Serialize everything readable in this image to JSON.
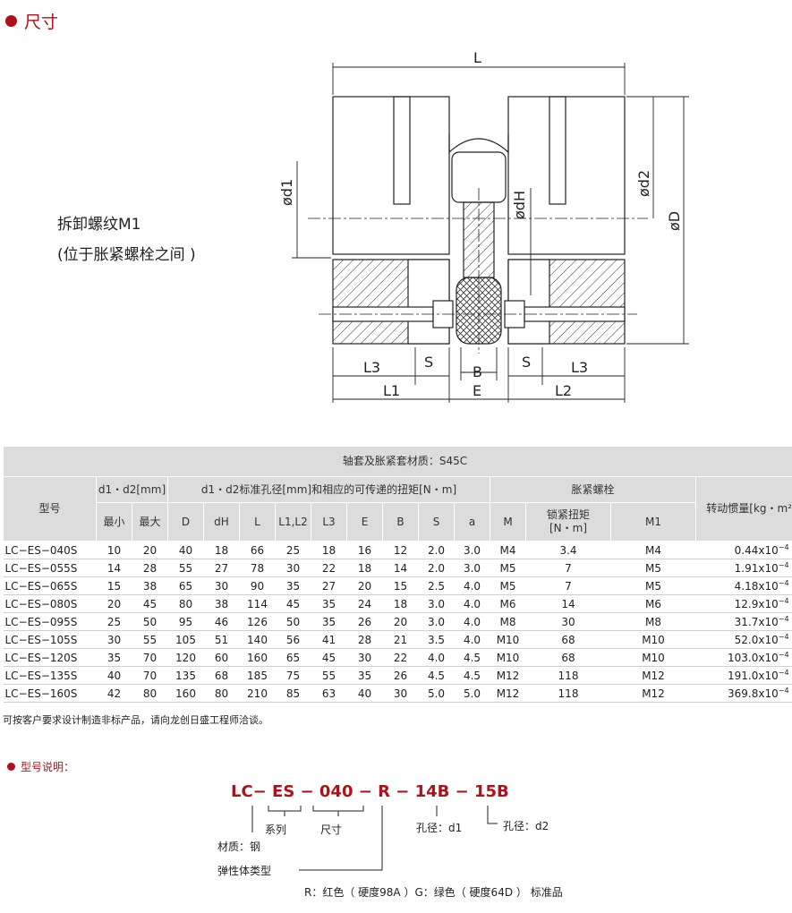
{
  "sections": {
    "dimensions_title": "尺寸",
    "model_title": "型号说明："
  },
  "drawing": {
    "labels": {
      "L": "L",
      "d1": "ød1",
      "dH": "ødH",
      "d2": "ød2",
      "D": "øD",
      "L3_left": "L3",
      "S_left": "S",
      "B": "B",
      "S_right": "S",
      "L3_right": "L3",
      "L1": "L1",
      "E": "E",
      "L2": "L2"
    },
    "annotation_line1": "拆卸螺纹M1",
    "annotation_line2": "(位于胀紧螺栓之间 )"
  },
  "table": {
    "material": "轴套及胀紧套材质：S45C",
    "group_headers": {
      "model": "型号",
      "d1d2": "d1・d2[mm]",
      "bore": "d1・d2标准孔径[mm]和相应的可传递的扭矩[N・m]",
      "bolt": "胀紧螺栓",
      "inertia": "转动惯量[kg・m²]"
    },
    "sub_headers": {
      "min": "最小",
      "max": "最大",
      "D": "D",
      "dH": "dH",
      "L": "L",
      "L1L2": "L1,L2",
      "L3": "L3",
      "E": "E",
      "B": "B",
      "S": "S",
      "a": "a",
      "M": "M",
      "torque": "锁紧扭矩",
      "torque_unit": "[N・m]",
      "M1": "M1"
    },
    "inertia_exp": "−4",
    "rows": [
      {
        "model": "LC−ES−040S",
        "min": "10",
        "max": "20",
        "D": "40",
        "dH": "18",
        "L": "66",
        "L1L2": "25",
        "L3": "18",
        "E": "16",
        "B": "12",
        "S": "2.0",
        "a": "3.0",
        "M": "M4",
        "torque": "3.4",
        "M1": "M4",
        "inertia": "0.44x10"
      },
      {
        "model": "LC−ES−055S",
        "min": "14",
        "max": "28",
        "D": "55",
        "dH": "27",
        "L": "78",
        "L1L2": "30",
        "L3": "22",
        "E": "18",
        "B": "14",
        "S": "2.0",
        "a": "3.0",
        "M": "M5",
        "torque": "7",
        "M1": "M5",
        "inertia": "1.91x10"
      },
      {
        "model": "LC−ES−065S",
        "min": "15",
        "max": "38",
        "D": "65",
        "dH": "30",
        "L": "90",
        "L1L2": "35",
        "L3": "27",
        "E": "20",
        "B": "15",
        "S": "2.5",
        "a": "4.0",
        "M": "M5",
        "torque": "7",
        "M1": "M5",
        "inertia": "4.18x10"
      },
      {
        "model": "LC−ES−080S",
        "min": "20",
        "max": "45",
        "D": "80",
        "dH": "38",
        "L": "114",
        "L1L2": "45",
        "L3": "35",
        "E": "24",
        "B": "18",
        "S": "3.0",
        "a": "4.0",
        "M": "M6",
        "torque": "14",
        "M1": "M6",
        "inertia": "12.9x10"
      },
      {
        "model": "LC−ES−095S",
        "min": "25",
        "max": "50",
        "D": "95",
        "dH": "46",
        "L": "126",
        "L1L2": "50",
        "L3": "35",
        "E": "26",
        "B": "20",
        "S": "3.0",
        "a": "4.0",
        "M": "M8",
        "torque": "30",
        "M1": "M8",
        "inertia": "31.7x10"
      },
      {
        "model": "LC−ES−105S",
        "min": "30",
        "max": "55",
        "D": "105",
        "dH": "51",
        "L": "140",
        "L1L2": "56",
        "L3": "41",
        "E": "28",
        "B": "21",
        "S": "3.5",
        "a": "4.0",
        "M": "M10",
        "torque": "68",
        "M1": "M10",
        "inertia": "52.0x10"
      },
      {
        "model": "LC−ES−120S",
        "min": "35",
        "max": "70",
        "D": "120",
        "dH": "60",
        "L": "160",
        "L1L2": "65",
        "L3": "45",
        "E": "30",
        "B": "22",
        "S": "4.0",
        "a": "4.5",
        "M": "M10",
        "torque": "68",
        "M1": "M10",
        "inertia": "103.0x10"
      },
      {
        "model": "LC−ES−135S",
        "min": "40",
        "max": "70",
        "D": "135",
        "dH": "68",
        "L": "185",
        "L1L2": "75",
        "L3": "55",
        "E": "35",
        "B": "26",
        "S": "4.5",
        "a": "4.5",
        "M": "M12",
        "torque": "118",
        "M1": "M12",
        "inertia": "191.0x10"
      },
      {
        "model": "LC−ES−160S",
        "min": "42",
        "max": "80",
        "D": "160",
        "dH": "80",
        "L": "210",
        "L1L2": "85",
        "L3": "63",
        "E": "40",
        "B": "30",
        "S": "5.0",
        "a": "5.0",
        "M": "M12",
        "torque": "118",
        "M1": "M12",
        "inertia": "369.8x10"
      }
    ],
    "note": "可按客户要求设计制造非标产品，请向龙创日盛工程师洽谈。"
  },
  "model_code": {
    "code": "LC− ES − 040 − R − 14B − 15B",
    "series": "系列",
    "size": "尺寸",
    "material": "材质：钢",
    "elastomer": "弹性体类型",
    "bore_d1": "孔径：d1",
    "bore_d2": "孔径：d2",
    "elastomer_options": "R：红色（ 硬度98A ）G：绿色（ 硬度64D ） 标准品"
  },
  "colors": {
    "accent": "#b0101a",
    "table_header": "#dcdcdc"
  }
}
